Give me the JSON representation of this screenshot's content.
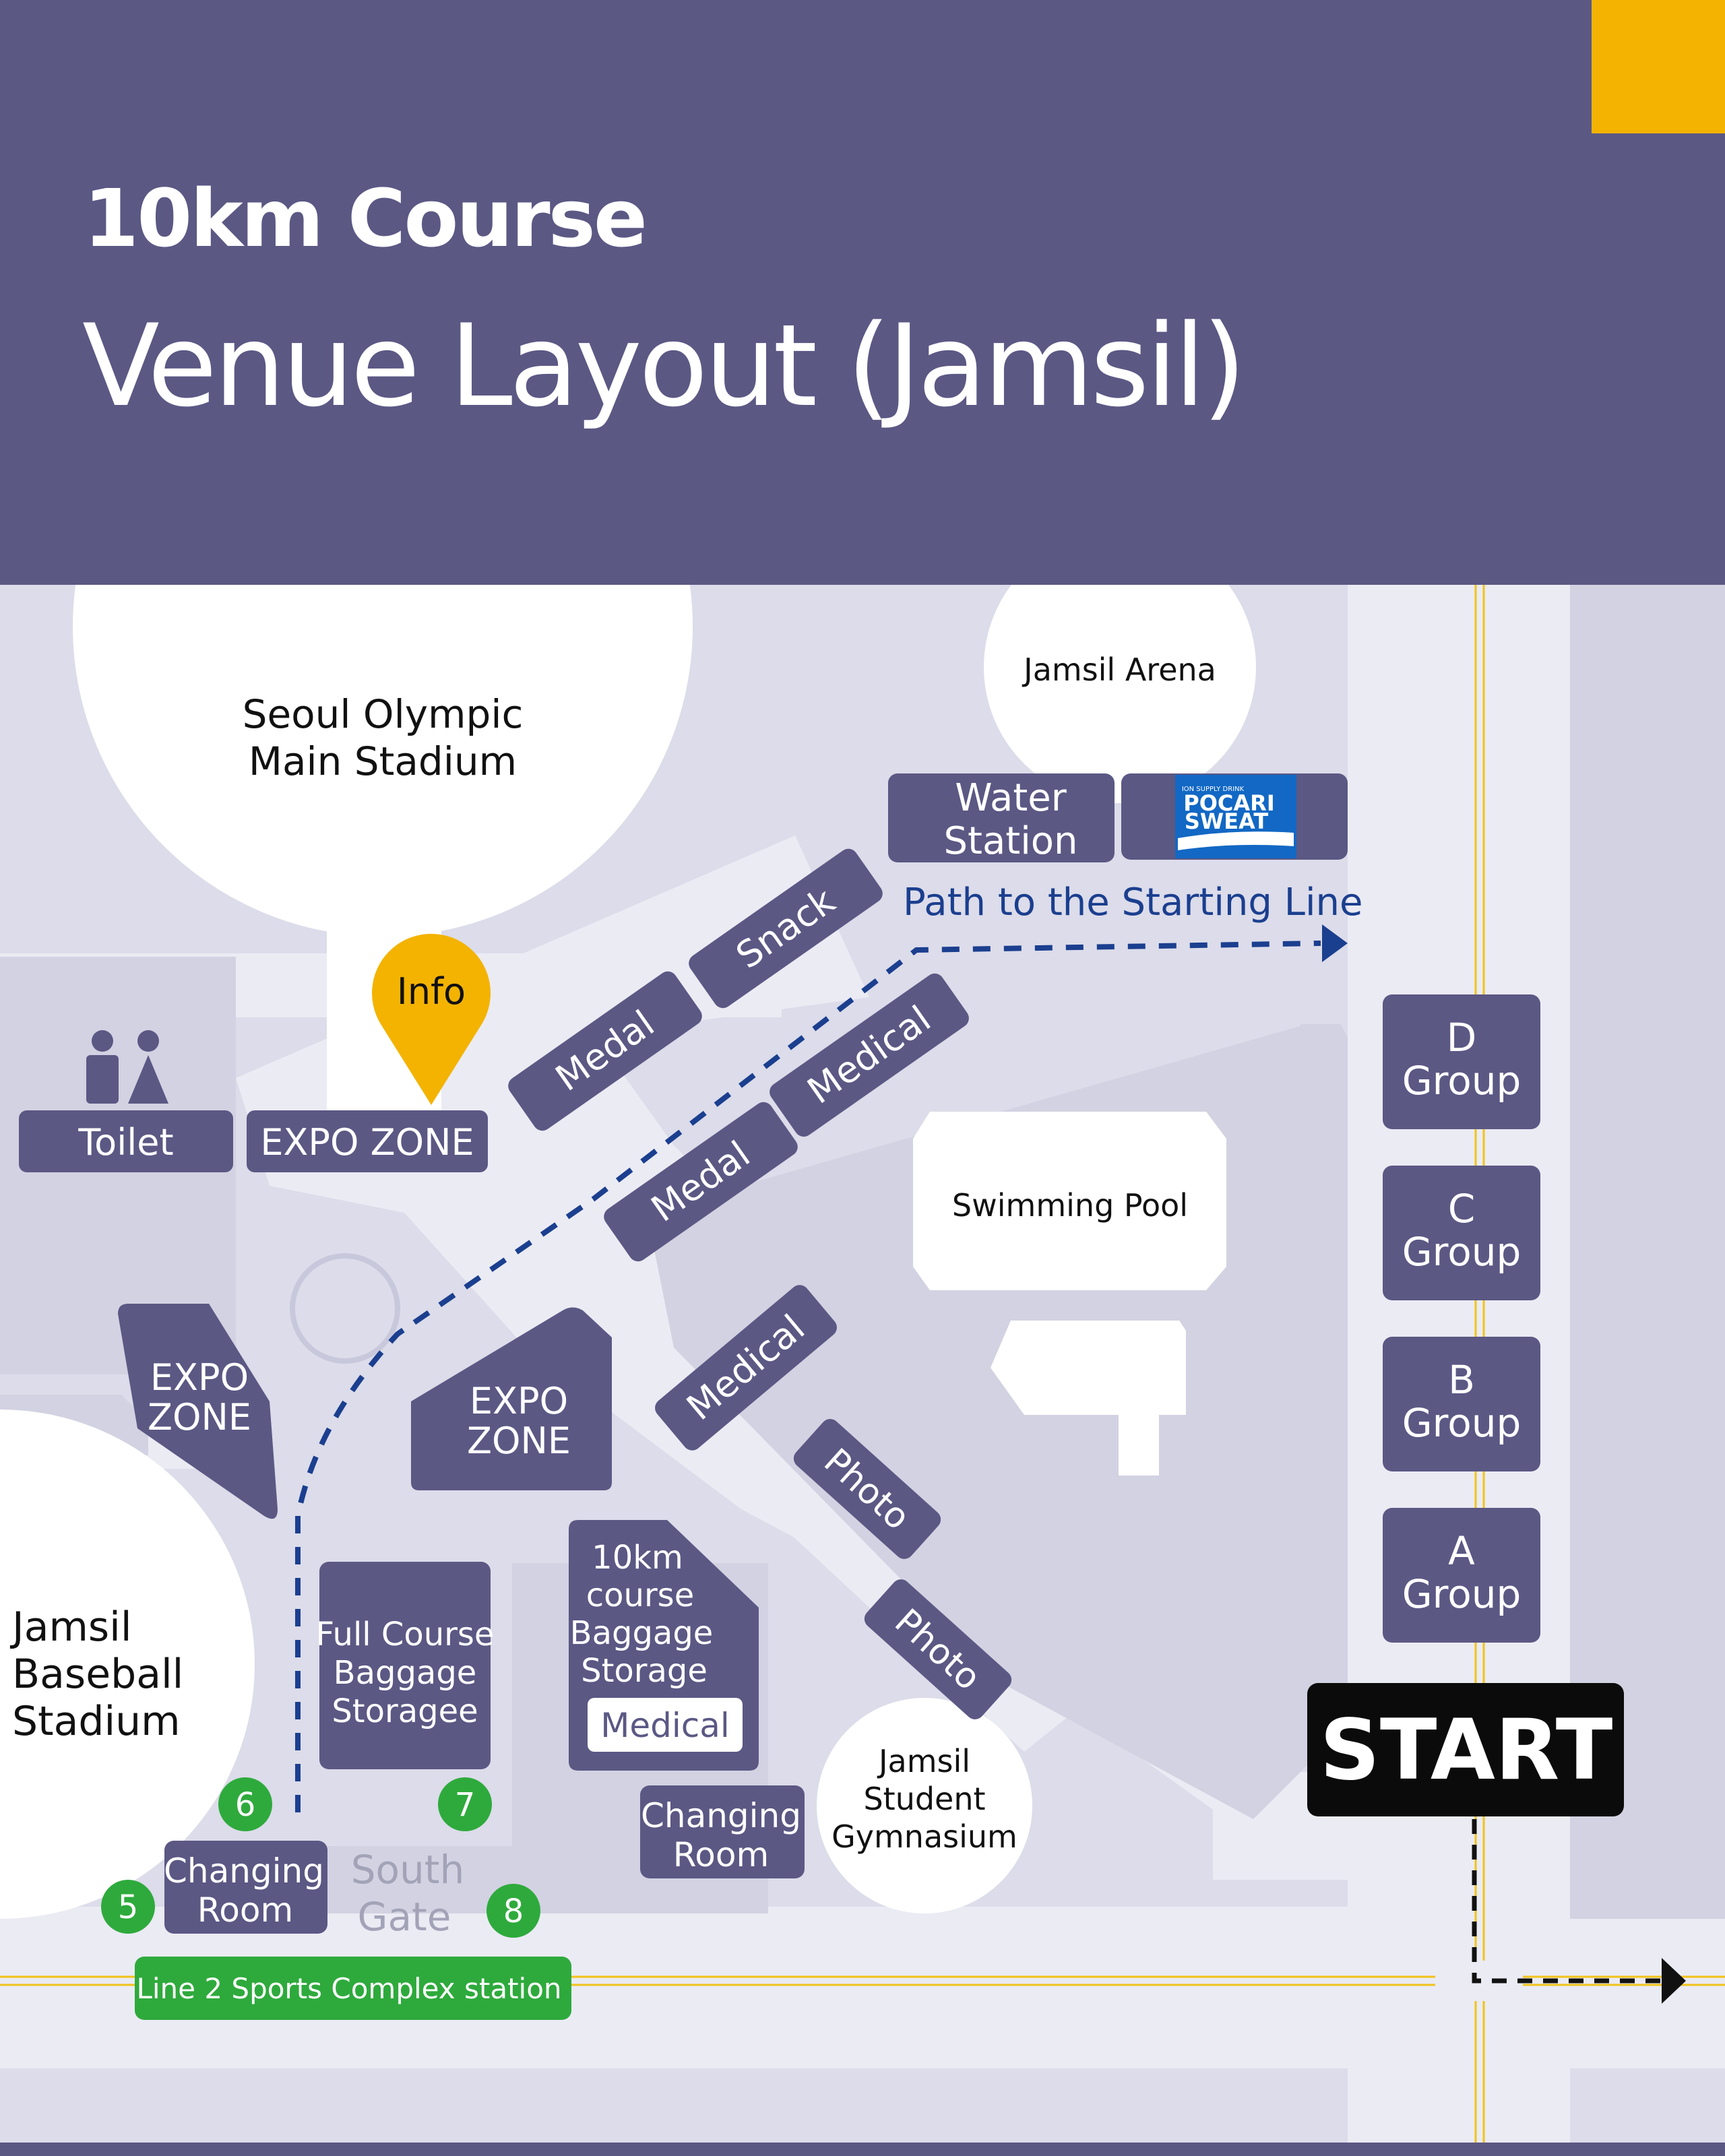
{
  "header": {
    "subtitle": "10km Course",
    "title": "Venue Layout  (Jamsil)",
    "accent_color": "#f3b300",
    "bg_color": "#5b5884"
  },
  "landmarks": {
    "main_stadium": [
      "Seoul Olympic",
      "Main Stadium"
    ],
    "arena": "Jamsil Arena",
    "pool": "Swimming Pool",
    "baseball": [
      "Jamsil",
      "Baseball",
      "Stadium"
    ],
    "gymnasium": [
      "Jamsil",
      "Student",
      "Gymnasium"
    ],
    "south_gate": [
      "South",
      "Gate"
    ]
  },
  "facilities": {
    "toilet": "Toilet",
    "expo_zone_top": "EXPO ZONE",
    "expo_zone": [
      "EXPO",
      "ZONE"
    ],
    "info": "Info",
    "water_station": [
      "Water",
      "Station"
    ],
    "sponsor_logo": {
      "small": "ION SUPPLY DRINK",
      "line1": "POCARI",
      "line2": "SWEAT"
    },
    "snack": "Snack",
    "medal": "Medal",
    "medical": "Medical",
    "photo": "Photo",
    "full_baggage": [
      "Full Course",
      "Baggage",
      "Storagee"
    ],
    "tenk_baggage": [
      "10km",
      "course",
      "Baggage",
      "Storage"
    ],
    "changing_room": [
      "Changing",
      "Room"
    ]
  },
  "route": {
    "path_label": "Path to the Starting Line"
  },
  "groups": [
    {
      "letter": "D",
      "word": "Group"
    },
    {
      "letter": "C",
      "word": "Group"
    },
    {
      "letter": "B",
      "word": "Group"
    },
    {
      "letter": "A",
      "word": "Group"
    }
  ],
  "start": "START",
  "exits": [
    "6",
    "7",
    "5",
    "8"
  ],
  "station": "Line 2 Sports Complex station",
  "colors": {
    "box": "#5b5884",
    "route": "#1b3f8f",
    "exit_green": "#2eaa3c",
    "road_line": "#f2c318",
    "sponsor_blue": "#1268c4"
  }
}
